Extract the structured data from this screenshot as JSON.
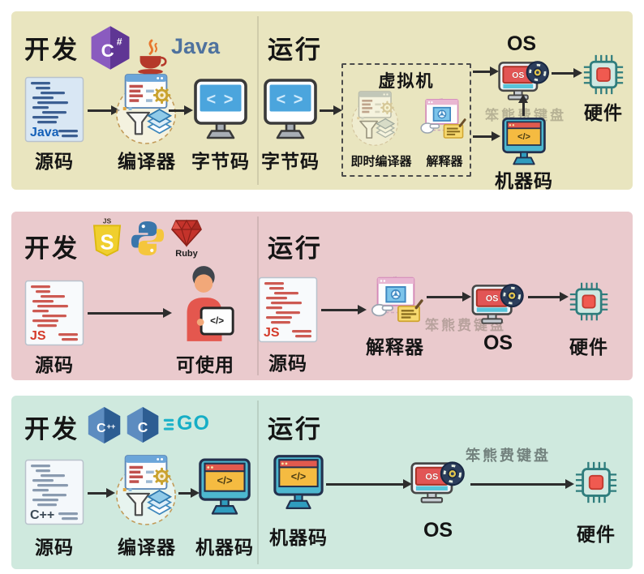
{
  "watermark": "笨熊费键盘",
  "glyphs": {
    "bytecode_screen": "< >",
    "machine_screen": "</>",
    "os_screen": "OS",
    "laptop_screen": "</>"
  },
  "colors": {
    "panel_vm_bg": "#e9e5bf",
    "panel_interpreted_bg": "#eacacd",
    "panel_compiled_bg": "#cfe9de",
    "arrow": "#2d2d2d"
  },
  "panels": [
    {
      "dev": {
        "heading": "开发",
        "logo_csharp_c": "C",
        "logo_csharp_hash": "#",
        "logo_java": "Java",
        "doc_label": "Java",
        "source": "源码",
        "compiler": "编译器",
        "bytecode": "字节码"
      },
      "run": {
        "heading": "运行",
        "bytecode": "字节码",
        "vm_title": "虚拟机",
        "jit": "即时编译器",
        "interpreter": "解释器",
        "os_label": "OS",
        "machine": "机器码",
        "hardware": "硬件"
      }
    },
    {
      "dev": {
        "heading": "开发",
        "logo_js_small": "JS",
        "logo_js_letter": "S",
        "logo_ruby": "Ruby",
        "doc_label": "JS",
        "source": "源码",
        "usable": "可使用"
      },
      "run": {
        "heading": "运行",
        "source": "源码",
        "interpreter": "解释器",
        "os_label": "OS",
        "hardware": "硬件"
      }
    },
    {
      "dev": {
        "heading": "开发",
        "logo_cpp_c": "C",
        "logo_cpp_pp": "++",
        "logo_c": "C",
        "logo_go": "GO",
        "doc_label": "C++",
        "source": "源码",
        "compiler": "编译器",
        "machine": "机器码"
      },
      "run": {
        "heading": "运行",
        "machine": "机器码",
        "os_label": "OS",
        "hardware": "硬件"
      }
    }
  ]
}
